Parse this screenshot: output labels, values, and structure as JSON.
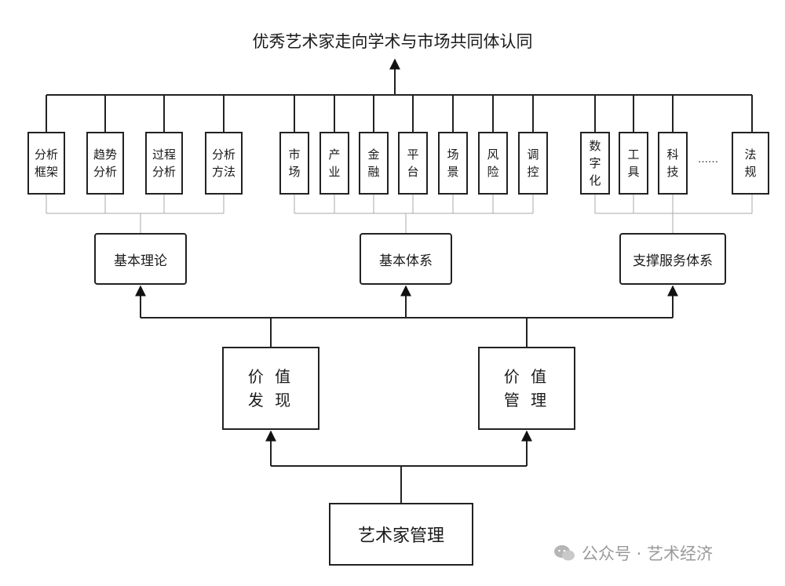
{
  "title": "优秀艺术家走向学术与市场共同体认同",
  "group_theory": {
    "label": "基本理论",
    "items": [
      "分析\n框架",
      "趋势\n分析",
      "过程\n分析",
      "分析\n方法"
    ]
  },
  "group_system": {
    "label": "基本体系",
    "items": [
      "市\n场",
      "产\n业",
      "金\n融",
      "平\n台",
      "场\n景",
      "风\n险",
      "调\n控"
    ]
  },
  "group_support": {
    "label": "支撑服务体系",
    "items": [
      "数\n字\n化",
      "工\n具",
      "科\n技",
      "法\n规"
    ],
    "ellipsis": "……"
  },
  "value_discovery": "价 值\n发 现",
  "value_management": "价 值\n管 理",
  "root": "艺术家管理",
  "watermark": "公众号 · 艺术经济"
}
